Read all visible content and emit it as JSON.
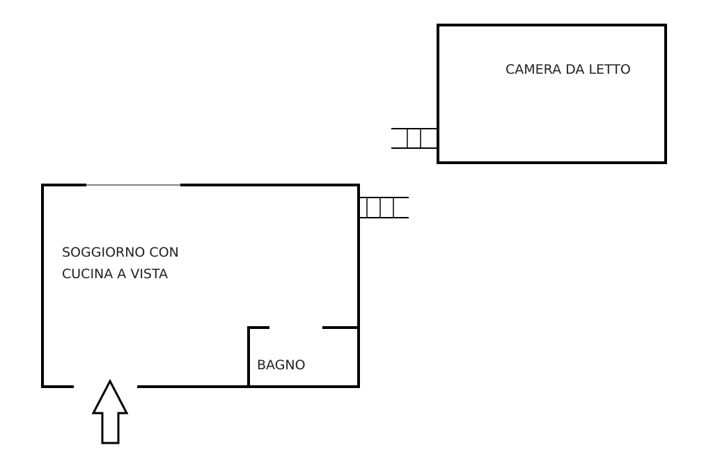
{
  "rooms": {
    "bedroom": "CAMERA DA LETTO",
    "living_line1": "SOGGIORNO CON",
    "living_line2": "CUCINA A VISTA",
    "bathroom": "BAGNO"
  },
  "icons": {
    "entrance": "up-arrow-icon",
    "stairs": "stairs-icon"
  },
  "colors": {
    "walls": "#000000",
    "background": "#ffffff",
    "text": "#222222"
  }
}
